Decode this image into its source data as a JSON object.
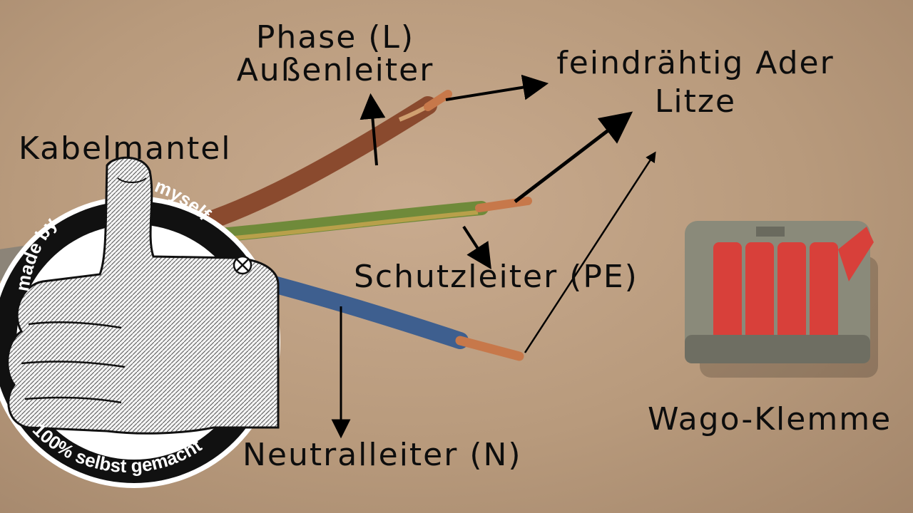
{
  "labels": {
    "phase_line1": "Phase (L)",
    "phase_line2": "Außenleiter",
    "litze_line1": "feindrähtig Ader",
    "litze_line2": "Litze",
    "kabelmantel": "Kabelmantel",
    "schutzleiter": "Schutzleiter (PE)",
    "neutralleiter": "Neutralleiter (N)",
    "wago": "Wago-Klemme"
  },
  "badge": {
    "top_left": "made by",
    "top_right": "myself",
    "bottom": "100% selbst gemacht"
  },
  "colors": {
    "brown_wire": "#8a4a2e",
    "green_yellow_wire": "#6f8a3a",
    "blue_wire": "#3e5f8f",
    "copper": "#c7784a",
    "wago_body": "#8a8a7a",
    "wago_lever": "#d8403a"
  }
}
